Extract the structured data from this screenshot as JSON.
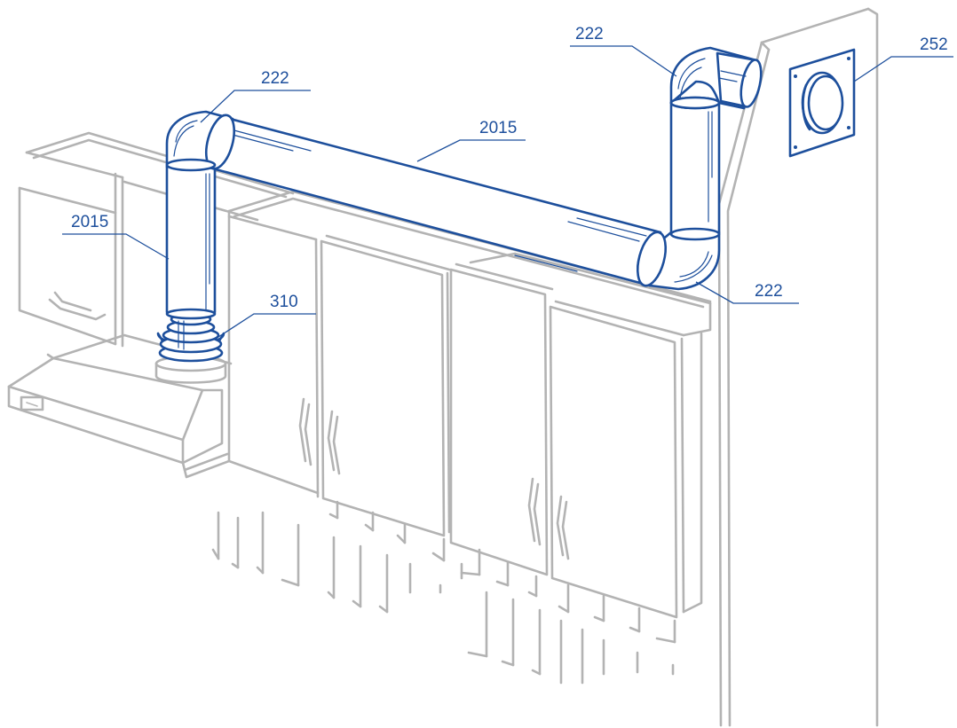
{
  "colors": {
    "duct": "#1d4f9c",
    "outline": "#b3b3b3",
    "background": "#ffffff"
  },
  "labels": {
    "elbow_bottom_left": "222",
    "pipe_horizontal": "2015",
    "elbow_top_right": "222",
    "wall_plate": "252",
    "pipe_vertical_left": "2015",
    "adapter": "310",
    "elbow_bottom_right": "222"
  }
}
